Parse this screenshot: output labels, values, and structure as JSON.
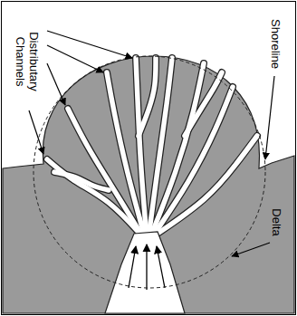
{
  "diagram": {
    "labels": [
      "Distributary Channels",
      "Shoreline",
      "Delta"
    ]
  }
}
